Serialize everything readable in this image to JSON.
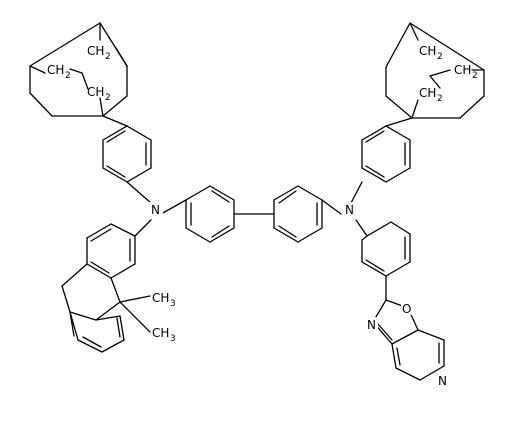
{
  "labels": {
    "n_left": "N",
    "n_right": "N",
    "ch3_top": "CH",
    "ch3_top_sub": "3",
    "ch3_bottom": "CH",
    "ch3_bottom_sub": "3",
    "ch2_left_1": "CH",
    "ch2_left_1_sub": "2",
    "ch2_left_2": "CH",
    "ch2_left_2_sub": "2",
    "ch2_left_3": "CH",
    "ch2_left_3_sub": "2",
    "ch2_right_1": "CH",
    "ch2_right_1_sub": "2",
    "ch2_right_2": "CH",
    "ch2_right_2_sub": "2",
    "ch2_right_3": "CH",
    "ch2_right_3_sub": "2",
    "oxazole_n": "N",
    "oxazole_o": "O",
    "pyridine_n": "N"
  },
  "colors": {
    "bond": "#000000",
    "label": "#000000",
    "background": "#ffffff"
  }
}
